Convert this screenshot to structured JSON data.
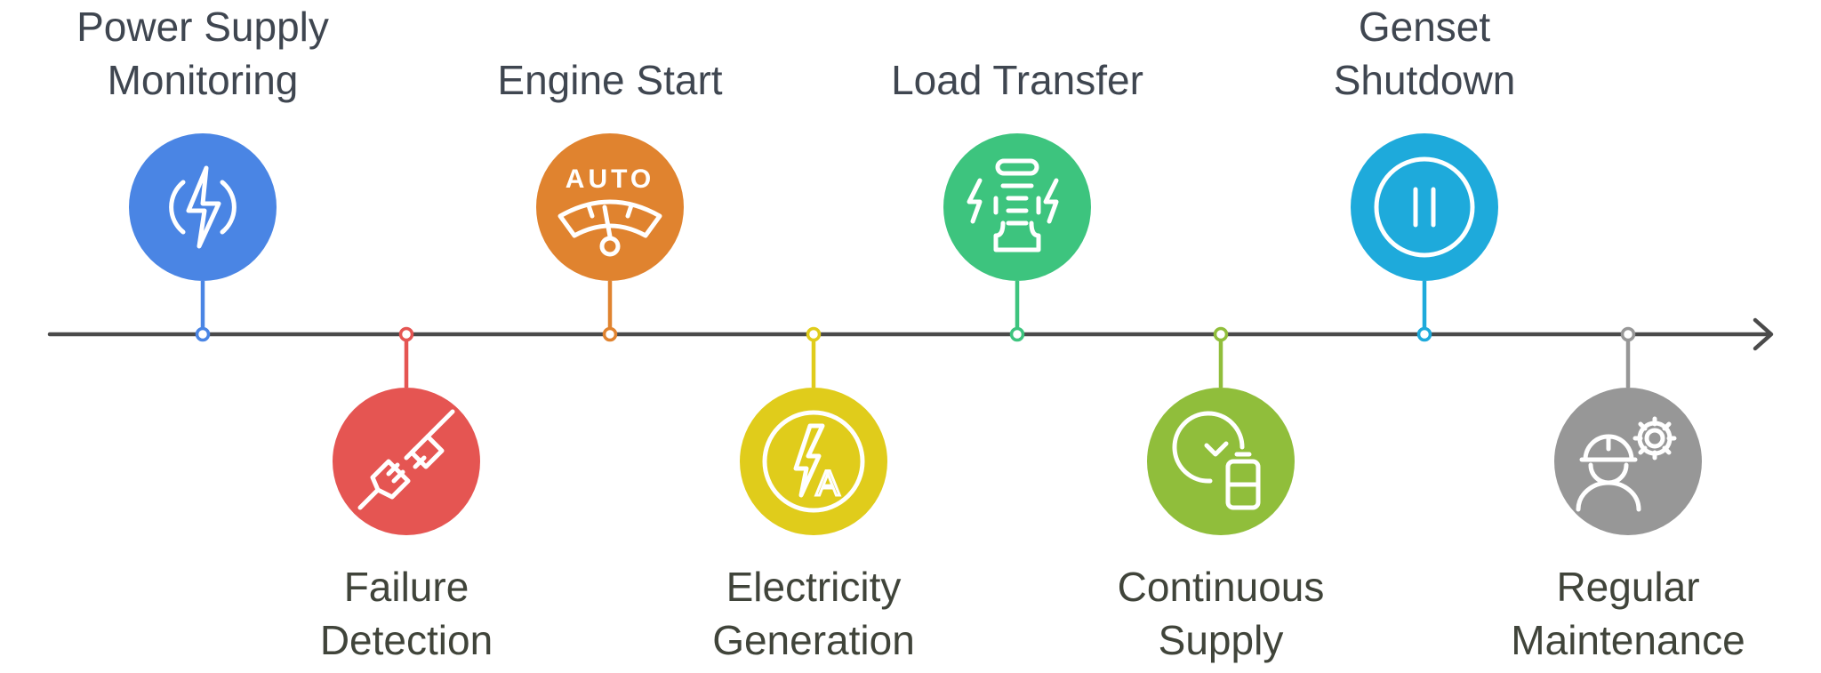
{
  "steps": [
    {
      "title_lines": [
        "Power Supply",
        "Monitoring"
      ],
      "color": "#4A85E4",
      "icon": "power-cycle-lightning-icon",
      "position": "top"
    },
    {
      "title_lines": [
        "Failure",
        "Detection"
      ],
      "color": "#E55552",
      "icon": "unplugged-plug-icon",
      "position": "bottom"
    },
    {
      "title_lines": [
        "Engine Start"
      ],
      "color": "#E0832F",
      "icon": "auto-gauge-icon",
      "icon_text": "AUTO",
      "position": "top"
    },
    {
      "title_lines": [
        "Electricity",
        "Generation"
      ],
      "color": "#E0CC1B",
      "icon": "generator-lightning-icon",
      "icon_text": "A",
      "position": "bottom"
    },
    {
      "title_lines": [
        "Load Transfer"
      ],
      "color": "#3DC47E",
      "icon": "transfer-switch-icon",
      "position": "top"
    },
    {
      "title_lines": [
        "Continuous",
        "Supply"
      ],
      "color": "#90BE3B",
      "icon": "clock-battery-icon",
      "position": "bottom"
    },
    {
      "title_lines": [
        "Genset",
        "Shutdown"
      ],
      "color": "#1EAADB",
      "icon": "pause-icon",
      "position": "top"
    },
    {
      "title_lines": [
        "Regular",
        "Maintenance"
      ],
      "color": "#979797",
      "icon": "maintenance-worker-gear-icon",
      "position": "bottom"
    }
  ],
  "axis_color": "#4a4a4a"
}
